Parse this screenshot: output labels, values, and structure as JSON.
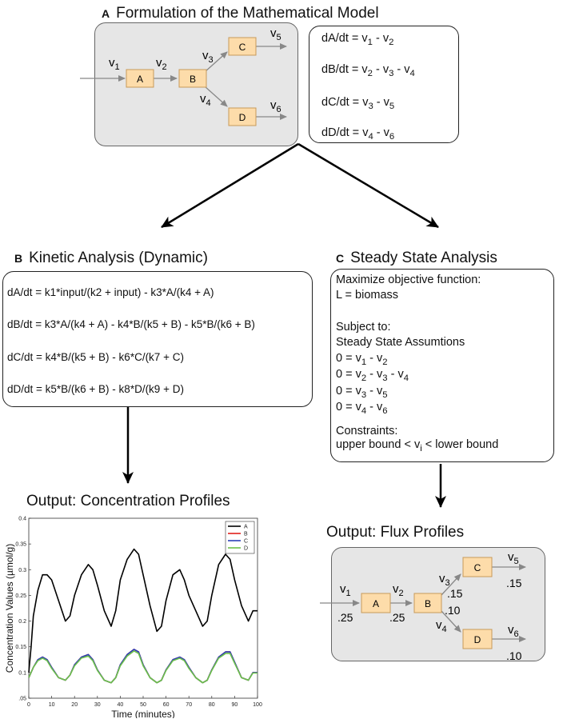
{
  "panel_a": {
    "letter": "A",
    "title": "Formulation of the Mathematical Model",
    "nodes": [
      "A",
      "B",
      "C",
      "D"
    ],
    "flux_labels": [
      "v1",
      "v2",
      "v3",
      "v4",
      "v5",
      "v6"
    ],
    "equations": [
      {
        "lhs": "dA/dt = ",
        "terms": "v1 - v2"
      },
      {
        "lhs": "dB/dt = ",
        "terms": "v2 - v3 - v4"
      },
      {
        "lhs": "dC/dt = ",
        "terms": "v3 - v5"
      },
      {
        "lhs": "dD/dt = ",
        "terms": "v4 - v6"
      }
    ]
  },
  "panel_b": {
    "letter": "B",
    "title": "Kinetic Analysis (Dynamic)",
    "equations": [
      "dA/dt = k1*input/(k2 + input) - k3*A/(k4 + A)",
      "dB/dt = k3*A/(k4 + A) - k4*B/(k5 + B) - k5*B/(k6 + B)",
      "dC/dt = k4*B/(k5 + B) - k6*C/(k7 + C)",
      "dD/dt =  k5*B/(k6 + B) - k8*D/(k9 + D)"
    ],
    "output_title": "Output: Concentration Profiles"
  },
  "panel_c": {
    "letter": "C",
    "title": "Steady State Analysis",
    "objective_label": "Maximize objective function:",
    "objective": "L = biomass",
    "subject_to": "Subject to:",
    "assumption": "Steady State Assumtions",
    "constraints_eq": [
      "0 = v1 - v2",
      "0 = v2 - v3 - v4",
      "0 = v3 - v5",
      "0 = v4 - v6"
    ],
    "constraints_label": "Constraints:",
    "bounds": "upper bound < vi < lower bound",
    "output_title": "Output: Flux Profiles",
    "flux_values": {
      "v1": ".25",
      "v2": ".25",
      "v3": ".15",
      "v4": ".10",
      "v5": ".15",
      "v6": ".10"
    }
  },
  "chart_data": {
    "type": "line",
    "title": "",
    "xlabel": "Time (minutes)",
    "ylabel": "Concentration Values (µmol/g)",
    "xlim": [
      0,
      100
    ],
    "ylim": [
      0.05,
      0.4
    ],
    "xticks": [
      0,
      10,
      20,
      30,
      40,
      50,
      60,
      70,
      80,
      90,
      100
    ],
    "yticks": [
      0.05,
      0.1,
      0.15,
      0.2,
      0.25,
      0.3,
      0.35,
      0.4
    ],
    "ytick_labels": [
      ".05",
      "0.1",
      "0.15",
      "0.2",
      "0.25",
      "0.3",
      "0.35",
      "0.4"
    ],
    "legend_position": "top-right",
    "series": [
      {
        "name": "A",
        "color": "#000000",
        "x": [
          0,
          1,
          2,
          4,
          6,
          8,
          10,
          13,
          16,
          18,
          20,
          23,
          26,
          28,
          30,
          33,
          36,
          38,
          40,
          43,
          46,
          48,
          50,
          53,
          56,
          58,
          60,
          63,
          66,
          68,
          70,
          73,
          76,
          78,
          80,
          83,
          86,
          88,
          90,
          93,
          96,
          98,
          100
        ],
        "y": [
          0.1,
          0.15,
          0.21,
          0.26,
          0.29,
          0.29,
          0.28,
          0.24,
          0.2,
          0.21,
          0.25,
          0.29,
          0.31,
          0.3,
          0.27,
          0.22,
          0.19,
          0.22,
          0.28,
          0.32,
          0.34,
          0.33,
          0.29,
          0.23,
          0.18,
          0.19,
          0.24,
          0.29,
          0.3,
          0.28,
          0.25,
          0.22,
          0.19,
          0.2,
          0.25,
          0.31,
          0.33,
          0.32,
          0.28,
          0.23,
          0.2,
          0.22,
          0.22
        ]
      },
      {
        "name": "B",
        "color": "#e0201b",
        "x": [
          0,
          2,
          4,
          6,
          8,
          10,
          13,
          16,
          18,
          20,
          23,
          26,
          28,
          30,
          33,
          36,
          38,
          40,
          43,
          46,
          48,
          50,
          53,
          56,
          58,
          60,
          63,
          66,
          68,
          70,
          73,
          76,
          78,
          80,
          83,
          86,
          88,
          90,
          93,
          96,
          98,
          100
        ],
        "y": [
          0.09,
          0.11,
          0.125,
          0.13,
          0.125,
          0.11,
          0.09,
          0.085,
          0.095,
          0.115,
          0.13,
          0.135,
          0.125,
          0.105,
          0.085,
          0.08,
          0.09,
          0.115,
          0.135,
          0.145,
          0.14,
          0.115,
          0.09,
          0.08,
          0.085,
          0.105,
          0.125,
          0.13,
          0.125,
          0.11,
          0.09,
          0.08,
          0.085,
          0.105,
          0.13,
          0.14,
          0.14,
          0.12,
          0.09,
          0.085,
          0.1,
          0.1
        ]
      },
      {
        "name": "C",
        "color": "#2a3fb8",
        "x": [
          0,
          2,
          4,
          6,
          8,
          10,
          13,
          16,
          18,
          20,
          23,
          26,
          28,
          30,
          33,
          36,
          38,
          40,
          43,
          46,
          48,
          50,
          53,
          56,
          58,
          60,
          63,
          66,
          68,
          70,
          73,
          76,
          78,
          80,
          83,
          86,
          88,
          90,
          93,
          96,
          98,
          100
        ],
        "y": [
          0.09,
          0.11,
          0.125,
          0.13,
          0.125,
          0.11,
          0.09,
          0.085,
          0.095,
          0.115,
          0.13,
          0.135,
          0.125,
          0.105,
          0.085,
          0.08,
          0.09,
          0.115,
          0.135,
          0.145,
          0.14,
          0.115,
          0.09,
          0.08,
          0.085,
          0.105,
          0.125,
          0.13,
          0.125,
          0.11,
          0.09,
          0.08,
          0.085,
          0.105,
          0.13,
          0.14,
          0.14,
          0.12,
          0.09,
          0.085,
          0.1,
          0.1
        ]
      },
      {
        "name": "D",
        "color": "#6cc04a",
        "x": [
          0,
          2,
          4,
          6,
          8,
          10,
          13,
          16,
          18,
          20,
          23,
          26,
          28,
          30,
          33,
          36,
          38,
          40,
          43,
          46,
          48,
          50,
          53,
          56,
          58,
          60,
          63,
          66,
          68,
          70,
          73,
          76,
          78,
          80,
          83,
          86,
          88,
          90,
          93,
          96,
          98,
          100
        ],
        "y": [
          0.09,
          0.11,
          0.123,
          0.128,
          0.123,
          0.108,
          0.09,
          0.085,
          0.095,
          0.113,
          0.128,
          0.132,
          0.123,
          0.104,
          0.085,
          0.08,
          0.09,
          0.113,
          0.132,
          0.142,
          0.137,
          0.113,
          0.09,
          0.08,
          0.085,
          0.104,
          0.123,
          0.128,
          0.123,
          0.108,
          0.09,
          0.08,
          0.085,
          0.104,
          0.128,
          0.137,
          0.137,
          0.118,
          0.09,
          0.085,
          0.099,
          0.099
        ]
      }
    ]
  },
  "colors": {
    "node_fill": "#fddcaa",
    "node_stroke": "#c89a5a",
    "panel_gray": "#e6e6e6",
    "arrow_gray": "#888888"
  }
}
